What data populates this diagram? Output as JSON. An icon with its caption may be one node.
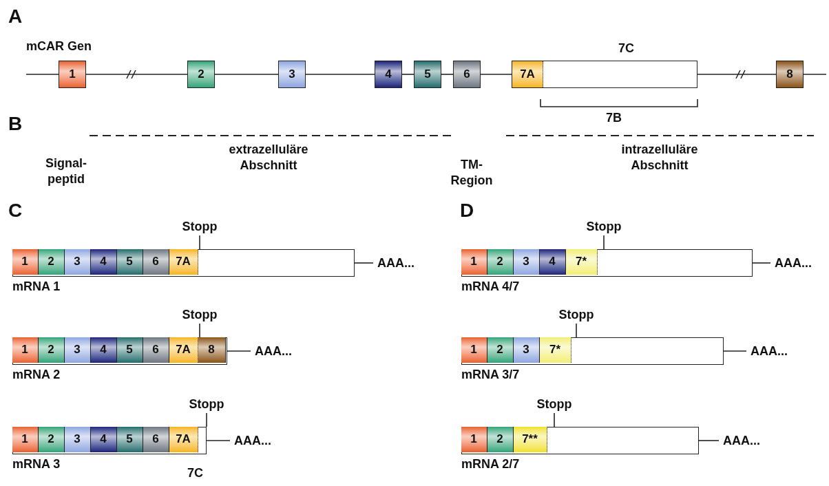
{
  "diagram": {
    "nodes": [
      {
        "text": [
          "1"
        ]
      },
      {
        "text": [
          "2"
        ]
      },
      {
        "text": [
          "3"
        ]
      },
      {
        "text": [
          "4"
        ]
      },
      {
        "text": [
          "5"
        ]
      },
      {
        "text": [
          "6"
        ]
      },
      {
        "text": [
          "7A"
        ],
        "beside": [
          "7C"
        ]
      },
      {
        "text": [
          "8"
        ]
      },
      {
        "text": [
          "Stopp"
        ]
      },
      {
        "text": [],
        "shape": "box",
        "beside": [
          "mRNA 1"
        ]
      },
      {
        "text": [
          "1"
        ],
        "in": 9
      },
      {
        "text": [
          "2"
        ],
        "in": 9
      },
      {
        "text": [
          "3"
        ],
        "in": 9
      },
      {
        "text": [
          "4"
        ],
        "in": 9
      },
      {
        "text": [
          "5"
        ],
        "in": 9
      },
      {
        "text": [
          "6"
        ],
        "in": 9
      },
      {
        "text": [
          "7A"
        ],
        "in": 9
      },
      {
        "text": [
          "AAA..."
        ]
      },
      {
        "text": [
          "Stopp"
        ]
      },
      {
        "text": [],
        "shape": "box",
        "beside": [
          "mRNA 4/7"
        ]
      },
      {
        "text": [
          "1"
        ],
        "in": 19
      },
      {
        "text": [
          "2"
        ],
        "in": 19
      },
      {
        "text": [
          "3"
        ],
        "in": 19
      },
      {
        "text": [
          "4"
        ],
        "in": 19
      },
      {
        "text": [
          "7*"
        ],
        "in": 19
      },
      {
        "text": [
          "AAA..."
        ]
      },
      {
        "text": [
          "Stopp"
        ]
      },
      {
        "text": [],
        "shape": "box",
        "beside": [
          "mRNA 2"
        ]
      },
      {
        "text": [
          "1"
        ],
        "in": 27
      },
      {
        "text": [
          "2"
        ],
        "in": 27
      },
      {
        "text": [
          "3"
        ],
        "in": 27
      },
      {
        "text": [
          "4"
        ],
        "in": 27
      },
      {
        "text": [
          "5"
        ],
        "in": 27
      },
      {
        "text": [
          "6"
        ],
        "in": 27
      },
      {
        "text": [
          "7A"
        ],
        "in": 27
      },
      {
        "text": [
          "8"
        ],
        "in": 27
      },
      {
        "text": [
          "AAA..."
        ]
      },
      {
        "text": [
          "Stopp"
        ]
      },
      {
        "text": [],
        "shape": "box",
        "beside": [
          "mRNA 3/7"
        ]
      },
      {
        "text": [
          "1"
        ],
        "in": 38
      },
      {
        "text": [
          "2"
        ],
        "in": 38
      },
      {
        "text": [
          "3"
        ],
        "in": 38
      },
      {
        "text": [
          "7*"
        ],
        "in": 38
      },
      {
        "text": [
          "AAA..."
        ]
      },
      {
        "text": [
          "Stopp"
        ]
      },
      {
        "text": [],
        "shape": "box",
        "beside": [
          "mRNA 3"
        ]
      },
      {
        "text": [
          "1"
        ],
        "in": 45
      },
      {
        "text": [
          "2"
        ],
        "in": 45
      },
      {
        "text": [
          "3"
        ],
        "in": 45
      },
      {
        "text": [
          "4"
        ],
        "in": 45
      },
      {
        "text": [
          "5"
        ],
        "in": 45
      },
      {
        "text": [
          "6"
        ],
        "in": 45
      },
      {
        "text": [
          "7A"
        ],
        "in": 45
      },
      {
        "text": [
          "AAA..."
        ]
      },
      {
        "text": [
          "Stopp"
        ]
      },
      {
        "text": [],
        "shape": "box",
        "beside": [
          "mRNA 2/7"
        ]
      },
      {
        "text": [
          "1"
        ],
        "in": 55
      },
      {
        "text": [
          "2"
        ],
        "in": 55
      },
      {
        "text": [
          "7**"
        ],
        "in": 55
      },
      {
        "text": [
          "AAA..."
        ]
      }
    ],
    "edges": [
      {
        "from": null,
        "to": 0,
        "arrow": "none"
      },
      {
        "from": 0,
        "to": 1,
        "arrow": "none"
      },
      {
        "from": 1,
        "to": 2,
        "arrow": "none"
      },
      {
        "from": 2,
        "to": 3,
        "arrow": "none"
      },
      {
        "from": 3,
        "to": 4,
        "arrow": "none"
      },
      {
        "from": 4,
        "to": 5,
        "arrow": "none"
      },
      {
        "from": 5,
        "to": 6,
        "arrow": "none"
      },
      {
        "from": 6,
        "to": 7,
        "arrow": "none"
      },
      {
        "from": 7,
        "to": null,
        "arrow": "none"
      },
      {
        "from": 8,
        "to": 9,
        "arrow": "none"
      },
      {
        "from": 9,
        "to": 17,
        "arrow": "none"
      },
      {
        "from": 18,
        "to": 19,
        "arrow": "none"
      },
      {
        "from": 19,
        "to": 25,
        "arrow": "none"
      },
      {
        "from": 26,
        "to": 35,
        "arrow": "none"
      },
      {
        "from": 27,
        "to": 36,
        "arrow": "none"
      },
      {
        "from": 37,
        "to": 38,
        "arrow": "none"
      },
      {
        "from": 38,
        "to": 43,
        "arrow": "none"
      },
      {
        "from": 44,
        "to": 45,
        "arrow": "none"
      },
      {
        "from": 45,
        "to": 53,
        "arrow": "none"
      },
      {
        "from": 54,
        "to": 55,
        "arrow": "none"
      },
      {
        "from": 55,
        "to": 59,
        "arrow": "none"
      }
    ],
    "labels": [
      "A",
      "mCAR Gen",
      "7B",
      "B",
      "Signal- peptid",
      "extrazelluläre Abschnitt",
      "TM- Region",
      "intrazelluläre Abschnitt",
      "C",
      "D",
      "7C"
    ]
  }
}
